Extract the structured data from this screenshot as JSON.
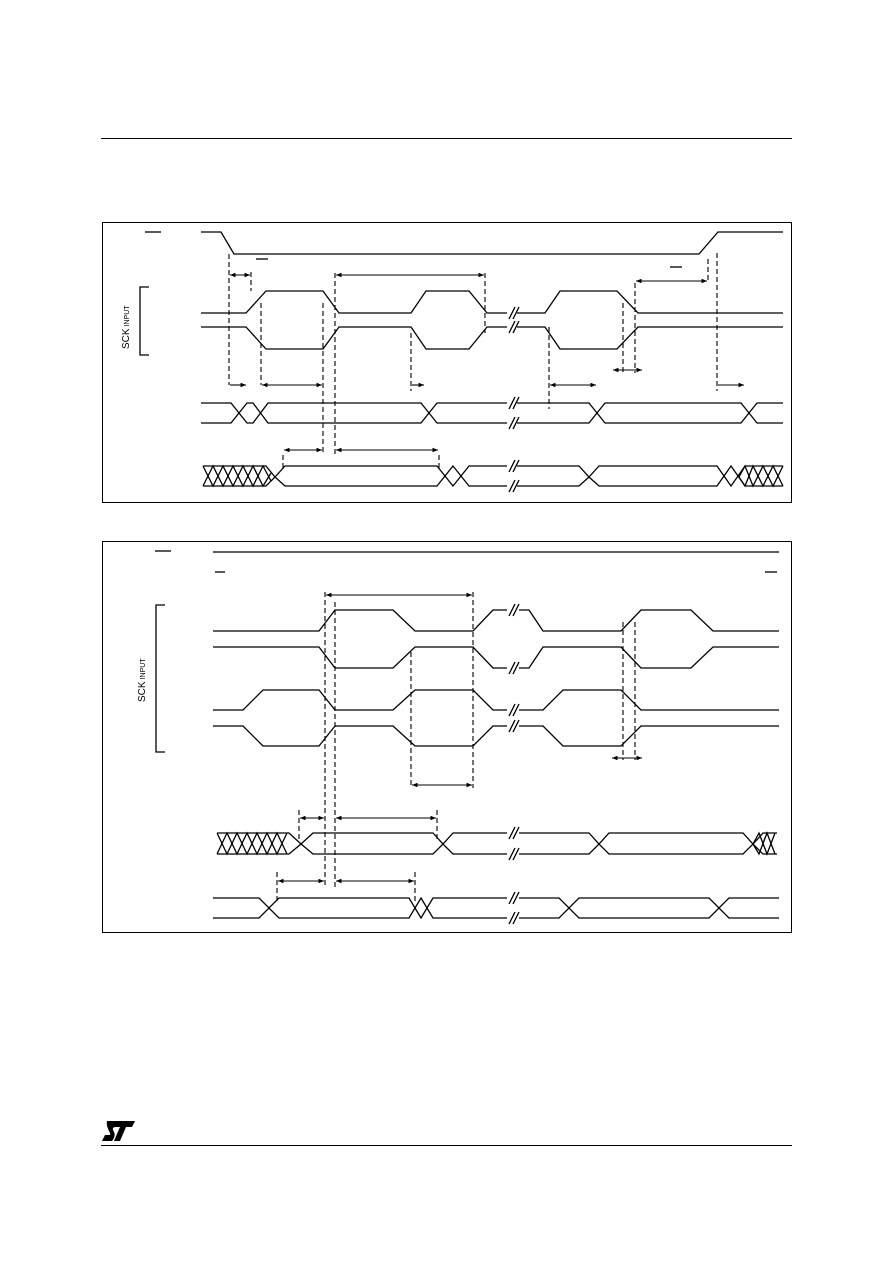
{
  "page": {
    "background": "#ffffff",
    "ink": "#000000"
  },
  "diagram_1": {
    "sck_label": "SCK",
    "sck_subscript": "INPUT"
  },
  "diagram_2": {
    "sck_label": "SCK",
    "sck_subscript": "INPUT"
  },
  "logo": {
    "icon": "st-logo-icon"
  }
}
